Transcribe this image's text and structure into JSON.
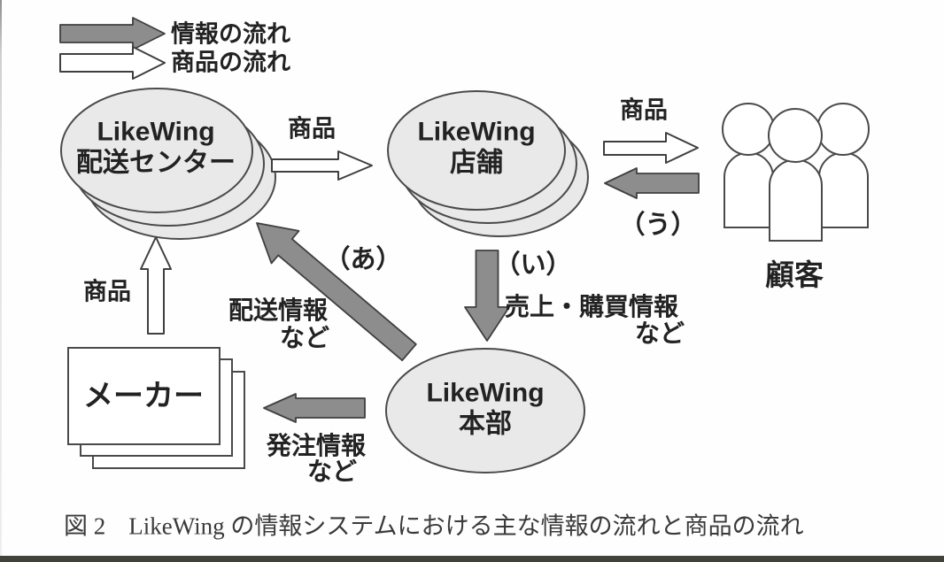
{
  "figure": {
    "caption_fig": "図 2",
    "caption_text": "LikeWing の情報システムにおける主な情報の流れと商品の流れ"
  },
  "legend": {
    "info_label": "情報の流れ",
    "goods_label": "商品の流れ"
  },
  "nodes": {
    "distribution_center": {
      "line1": "LikeWing",
      "line2": "配送センター"
    },
    "store": {
      "line1": "LikeWing",
      "line2": "店舗"
    },
    "headquarters": {
      "line1": "LikeWing",
      "line2": "本部"
    },
    "maker": {
      "label": "メーカー"
    },
    "customer": {
      "label": "顧客"
    }
  },
  "edges": {
    "goods_dc_to_store": {
      "label": "商品"
    },
    "goods_store_to_customer": {
      "label": "商品"
    },
    "info_customer_to_store": {
      "label": "（う）"
    },
    "info_store_to_hq": {
      "label": "（い）",
      "desc1": "売上・購買情報",
      "desc2": "など"
    },
    "info_hq_to_dc": {
      "label": "（あ）",
      "desc1": "配送情報",
      "desc2": "など"
    },
    "info_hq_to_maker": {
      "desc1": "発注情報",
      "desc2": "など"
    },
    "goods_maker_to_dc": {
      "label": "商品"
    }
  },
  "colors": {
    "info_arrow_fill": "#8d8d8d",
    "goods_arrow_fill": "#ffffff",
    "arrow_stroke": "#3f3f3f",
    "node_fill": "#e9e9e9",
    "node_stroke": "#4a4a4a",
    "text": "#222222",
    "bottom_bar": "#42423a"
  }
}
